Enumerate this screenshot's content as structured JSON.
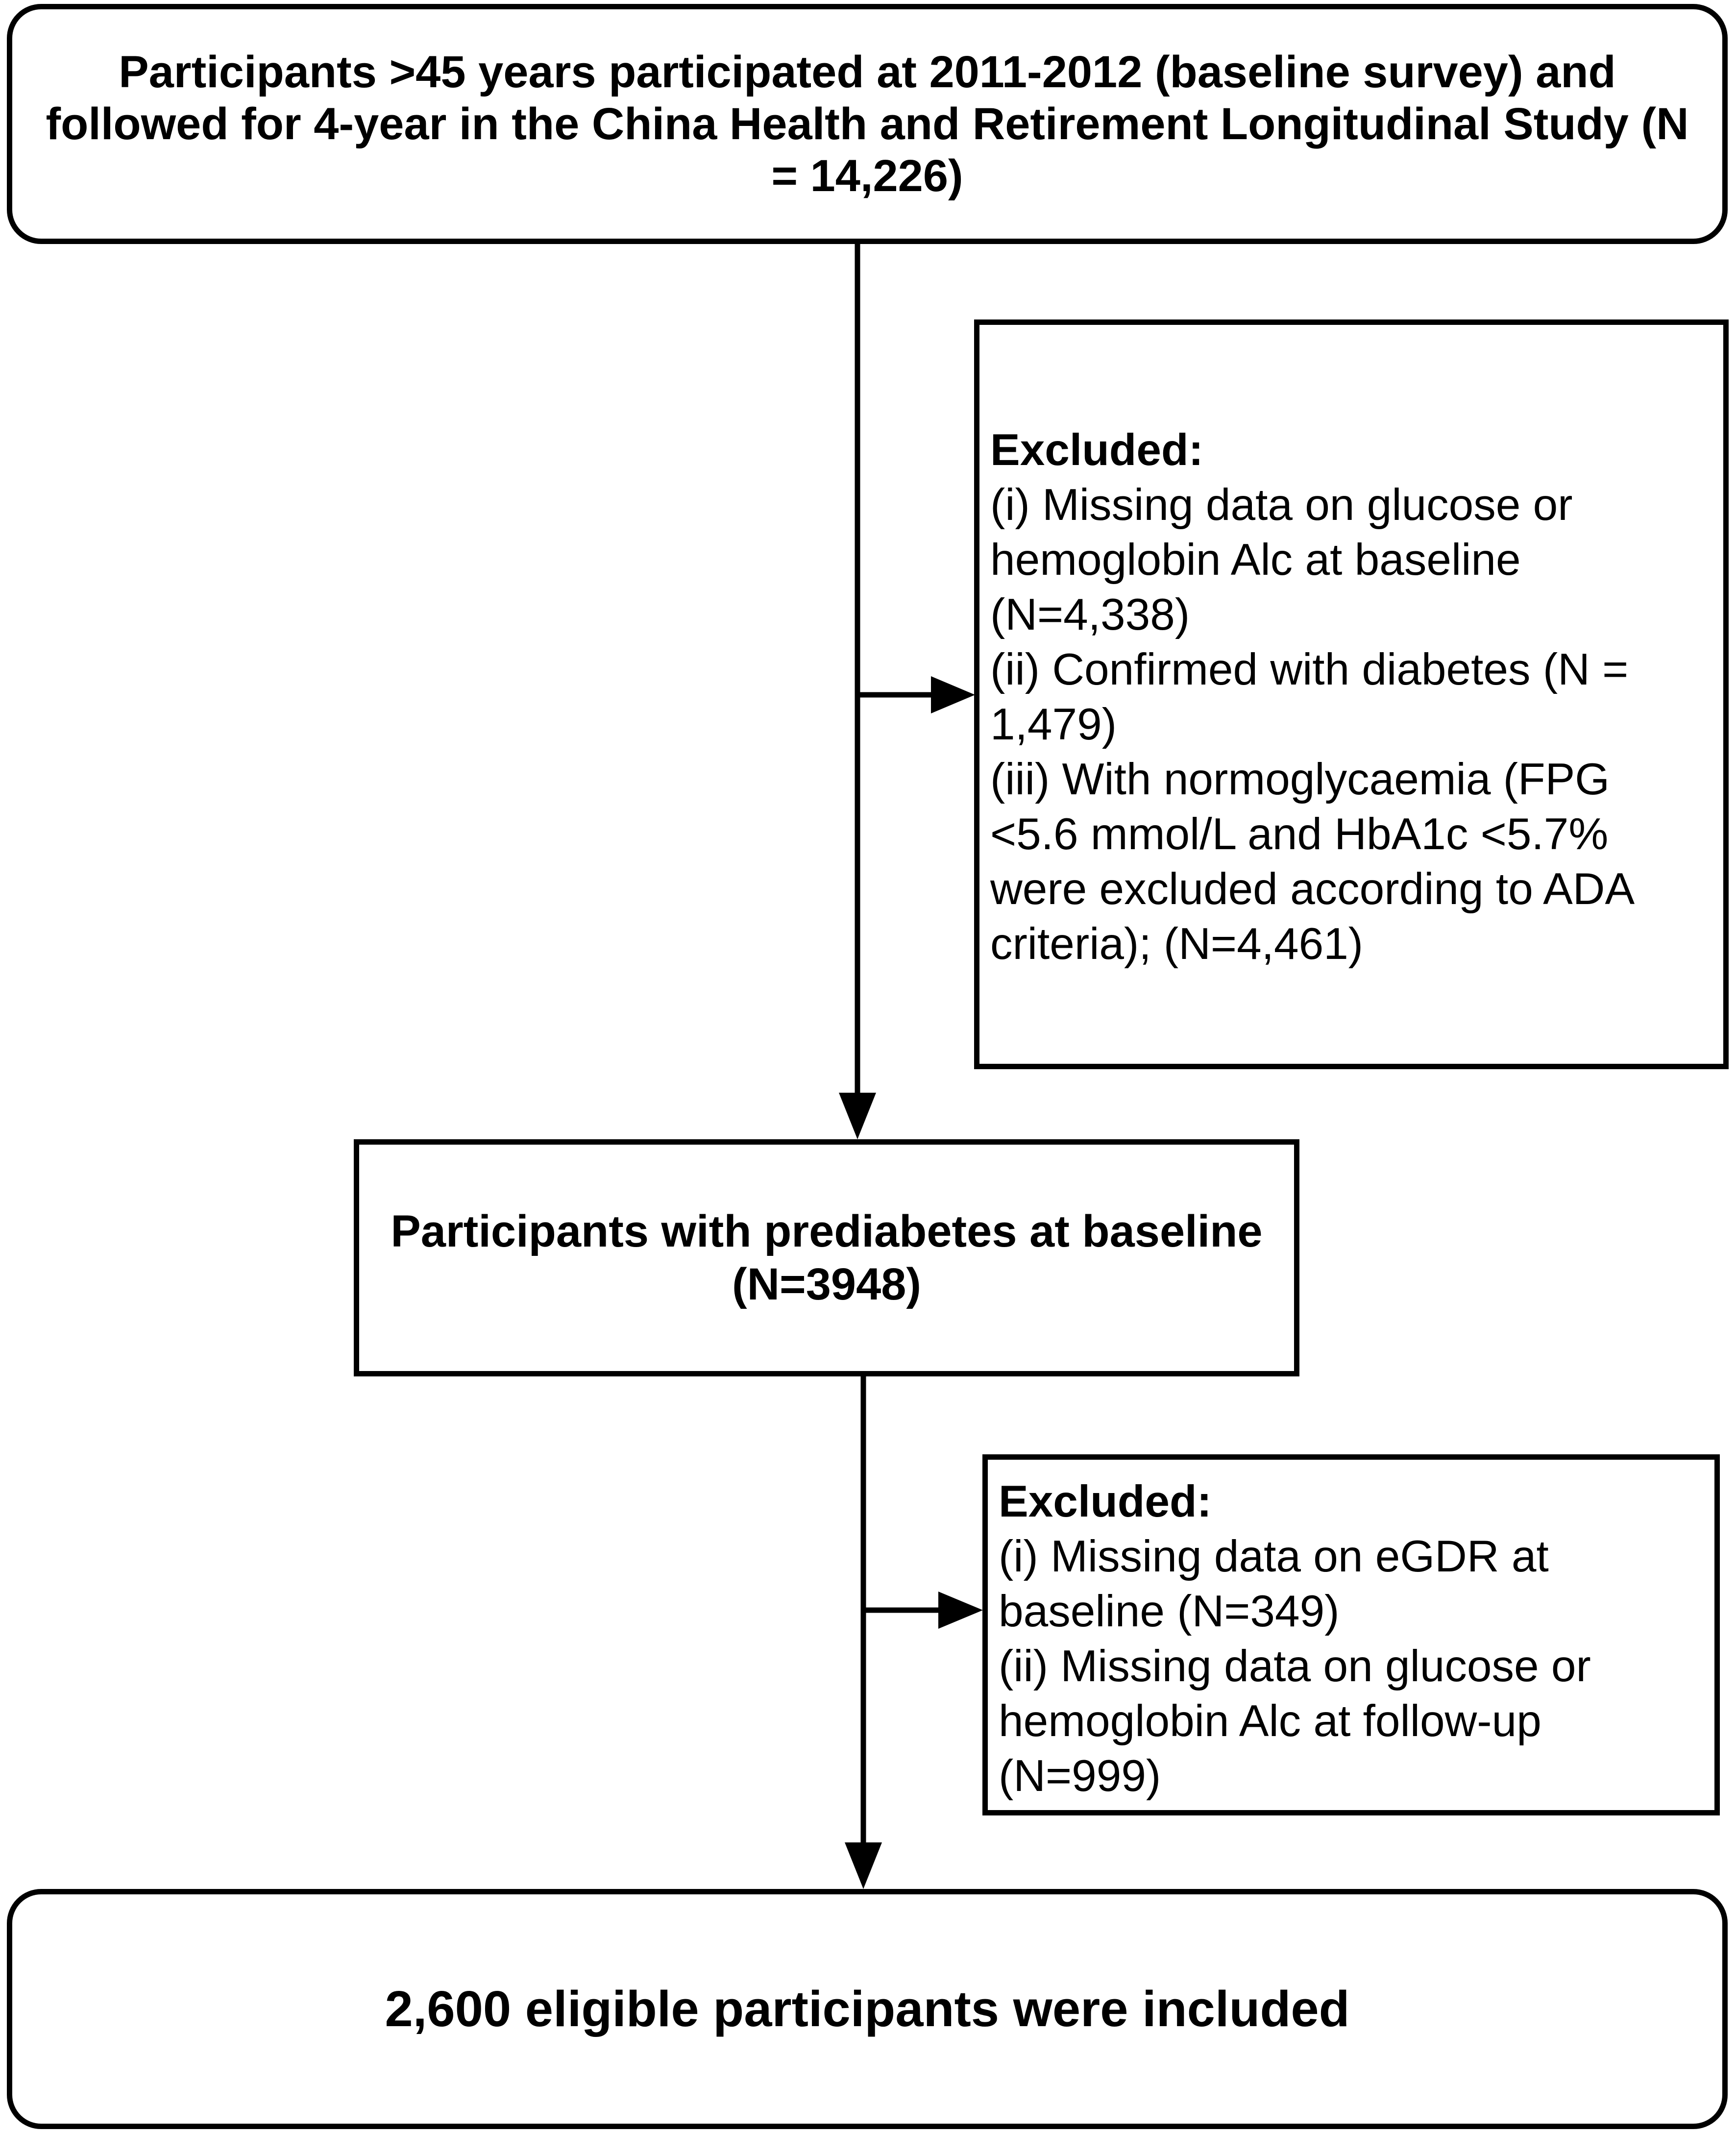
{
  "top_box": {
    "lines": [
      "Participants >45 years participated at 2011-2012 (baseline survey) and",
      "followed for 4-year in the China Health and Retirement Longitudinal Study (N",
      "= 14,226)"
    ]
  },
  "exclusion_1": {
    "heading": "Excluded:",
    "lines": [
      "(i) Missing data on glucose or",
      "hemoglobin Alc at baseline",
      "(N=4,338)",
      "(ii) Confirmed with diabetes (N =",
      "1,479)",
      "(iii) With normoglycaemia (FPG",
      "<5.6 mmol/L and HbA1c <5.7%",
      "were excluded according to ADA",
      "criteria); (N=4,461)"
    ]
  },
  "middle_box": {
    "lines": [
      "Participants with prediabetes at baseline",
      "(N=3948)"
    ]
  },
  "exclusion_2": {
    "heading": "Excluded:",
    "lines": [
      "(i) Missing data on eGDR at",
      "baseline (N=349)",
      "(ii) Missing data on glucose or",
      "hemoglobin Alc at follow-up",
      "(N=999)"
    ]
  },
  "bottom_box": {
    "text": "2,600 eligible participants were included"
  }
}
